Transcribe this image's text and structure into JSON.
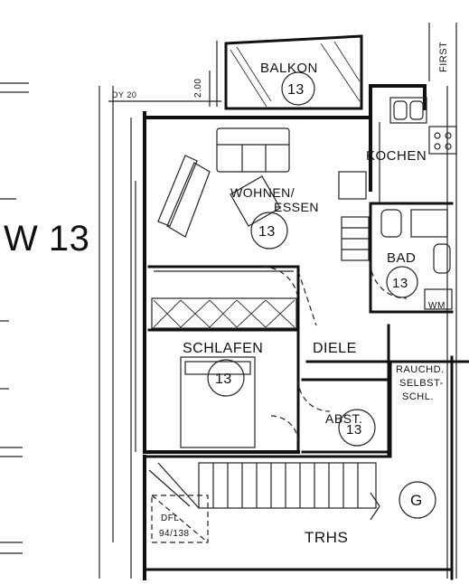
{
  "unit_label": "W 13",
  "notes": {
    "first": "FIRST",
    "dy": "DY 20",
    "dimension": "2.00",
    "dfl": "DFL",
    "dfl_dim": "94/138"
  },
  "rooms": [
    {
      "key": "balkon",
      "label": "BALKON",
      "number": "13"
    },
    {
      "key": "kochen",
      "label": "KOCHEN"
    },
    {
      "key": "wohnen",
      "label": "WOHNEN/",
      "label2": "ESSEN",
      "number": "13"
    },
    {
      "key": "bad",
      "label": "BAD",
      "number": "13",
      "extra": "WM"
    },
    {
      "key": "schlafen",
      "label": "SCHLAFEN",
      "number": "13"
    },
    {
      "key": "diele",
      "label": "DIELE"
    },
    {
      "key": "abst",
      "label": "ABST.",
      "number": "13"
    },
    {
      "key": "rauch",
      "label": "RAUCHD.",
      "label2": "SELBST-",
      "label3": "SCHL."
    },
    {
      "key": "trhs",
      "label": "TRHS"
    },
    {
      "key": "g",
      "label": "G"
    }
  ]
}
